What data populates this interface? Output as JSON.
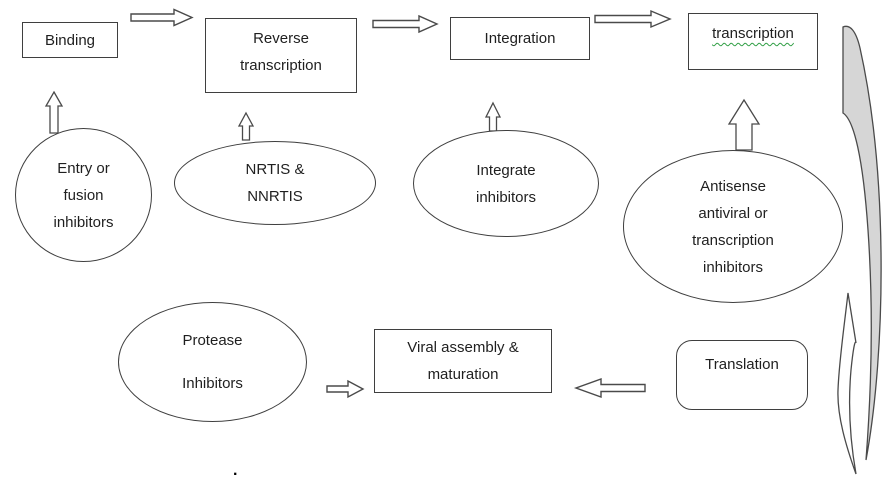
{
  "boxes": {
    "binding": {
      "label": "Binding"
    },
    "reverse_transcription": {
      "line1": "Reverse",
      "line2": "transcription"
    },
    "integration": {
      "label": "Integration"
    },
    "transcription": {
      "label": "transcription"
    },
    "viral_assembly": {
      "line1": "Viral assembly &",
      "line2": "maturation"
    },
    "translation": {
      "label": "Translation"
    }
  },
  "ellipses": {
    "entry_fusion": {
      "line1": "Entry or",
      "line2": "fusion",
      "line3": "inhibitors"
    },
    "nrtis": {
      "line1": "NRTIS &",
      "line2": "NNRTIS"
    },
    "integrate": {
      "line1": "Integrate",
      "line2": "inhibitors"
    },
    "antisense": {
      "line1": "Antisense",
      "line2": "antiviral or",
      "line3": "transcription",
      "line4": "inhibitors"
    },
    "protease": {
      "line1": "Protease",
      "line2": "Inhibitors"
    }
  },
  "misc": {
    "period": "."
  },
  "colors": {
    "shape_border": "#3f3f3f",
    "arrow_stroke": "#4a4a4a",
    "gray_fill": "#d6d6d6",
    "squiggle_green": "#2f9e44",
    "text": "#1f1f1f"
  }
}
